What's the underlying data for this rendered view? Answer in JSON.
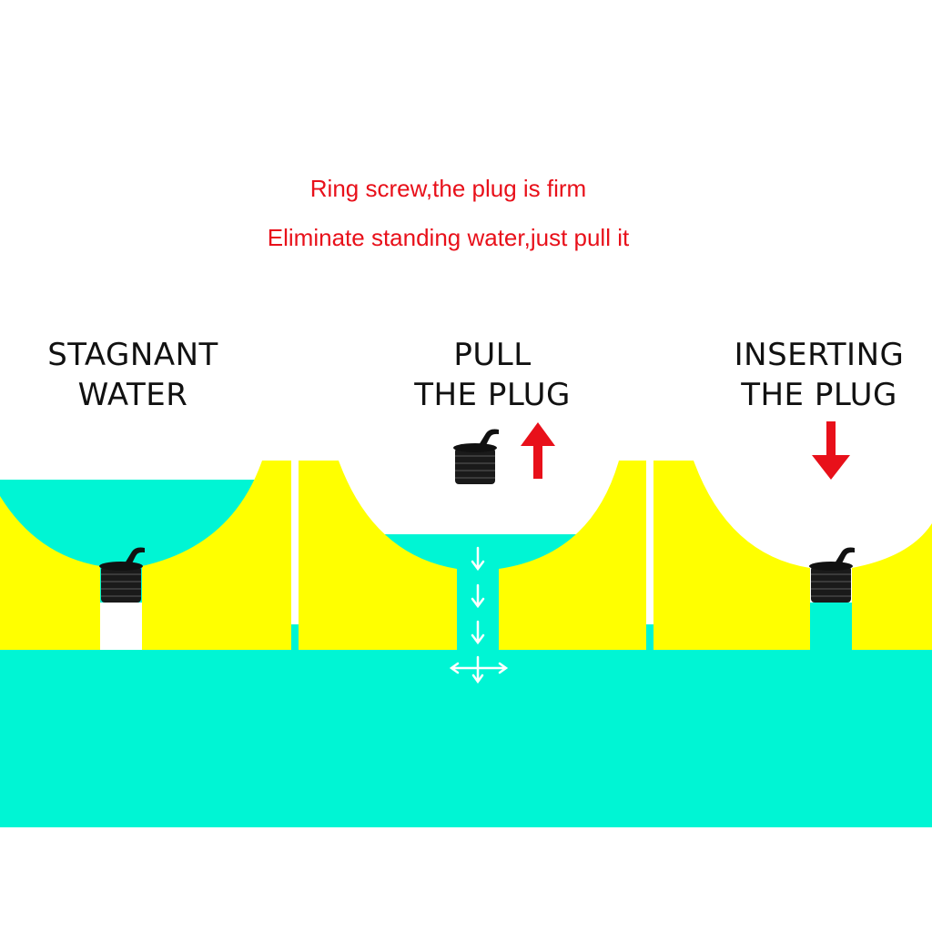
{
  "captions": [
    "Ring screw,the plug is firm",
    "Eliminate standing water,just pull it"
  ],
  "panels": [
    {
      "title_line1": "STAGNANT",
      "title_line2": "WATER"
    },
    {
      "title_line1": "PULL",
      "title_line2": "THE PLUG"
    },
    {
      "title_line1": "INSERTING",
      "title_line2": "THE PLUG"
    }
  ],
  "colors": {
    "water": "#00f5d4",
    "hull": "#ffff00",
    "caption_text": "#e8101a",
    "arrow": "#e8101a",
    "plug": "#1a1a1a",
    "flow_arrow": "#ffffff"
  }
}
